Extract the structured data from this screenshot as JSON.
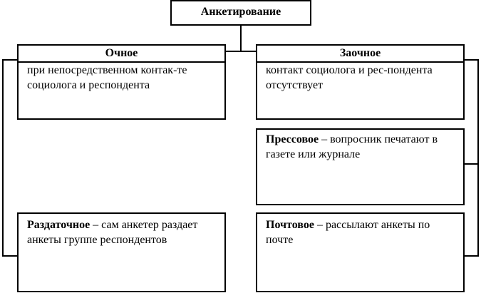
{
  "root": {
    "label": "Анкетирование"
  },
  "full_time": {
    "header": "Очное",
    "text": "при непосредственном контак-те социолога и респондента"
  },
  "correspondence": {
    "header": "Заочное",
    "text": "контакт социолога и рес-пондента отсутствует"
  },
  "handout": {
    "term": "Раздаточное",
    "text": " – сам анкетер раздает анкеты группе респондентов"
  },
  "press": {
    "term": "Прессовое",
    "text": " – вопросник печатают в газете или журнале"
  },
  "postal": {
    "term": "Почтовое",
    "text": " – рассылают анкеты по почте"
  }
}
